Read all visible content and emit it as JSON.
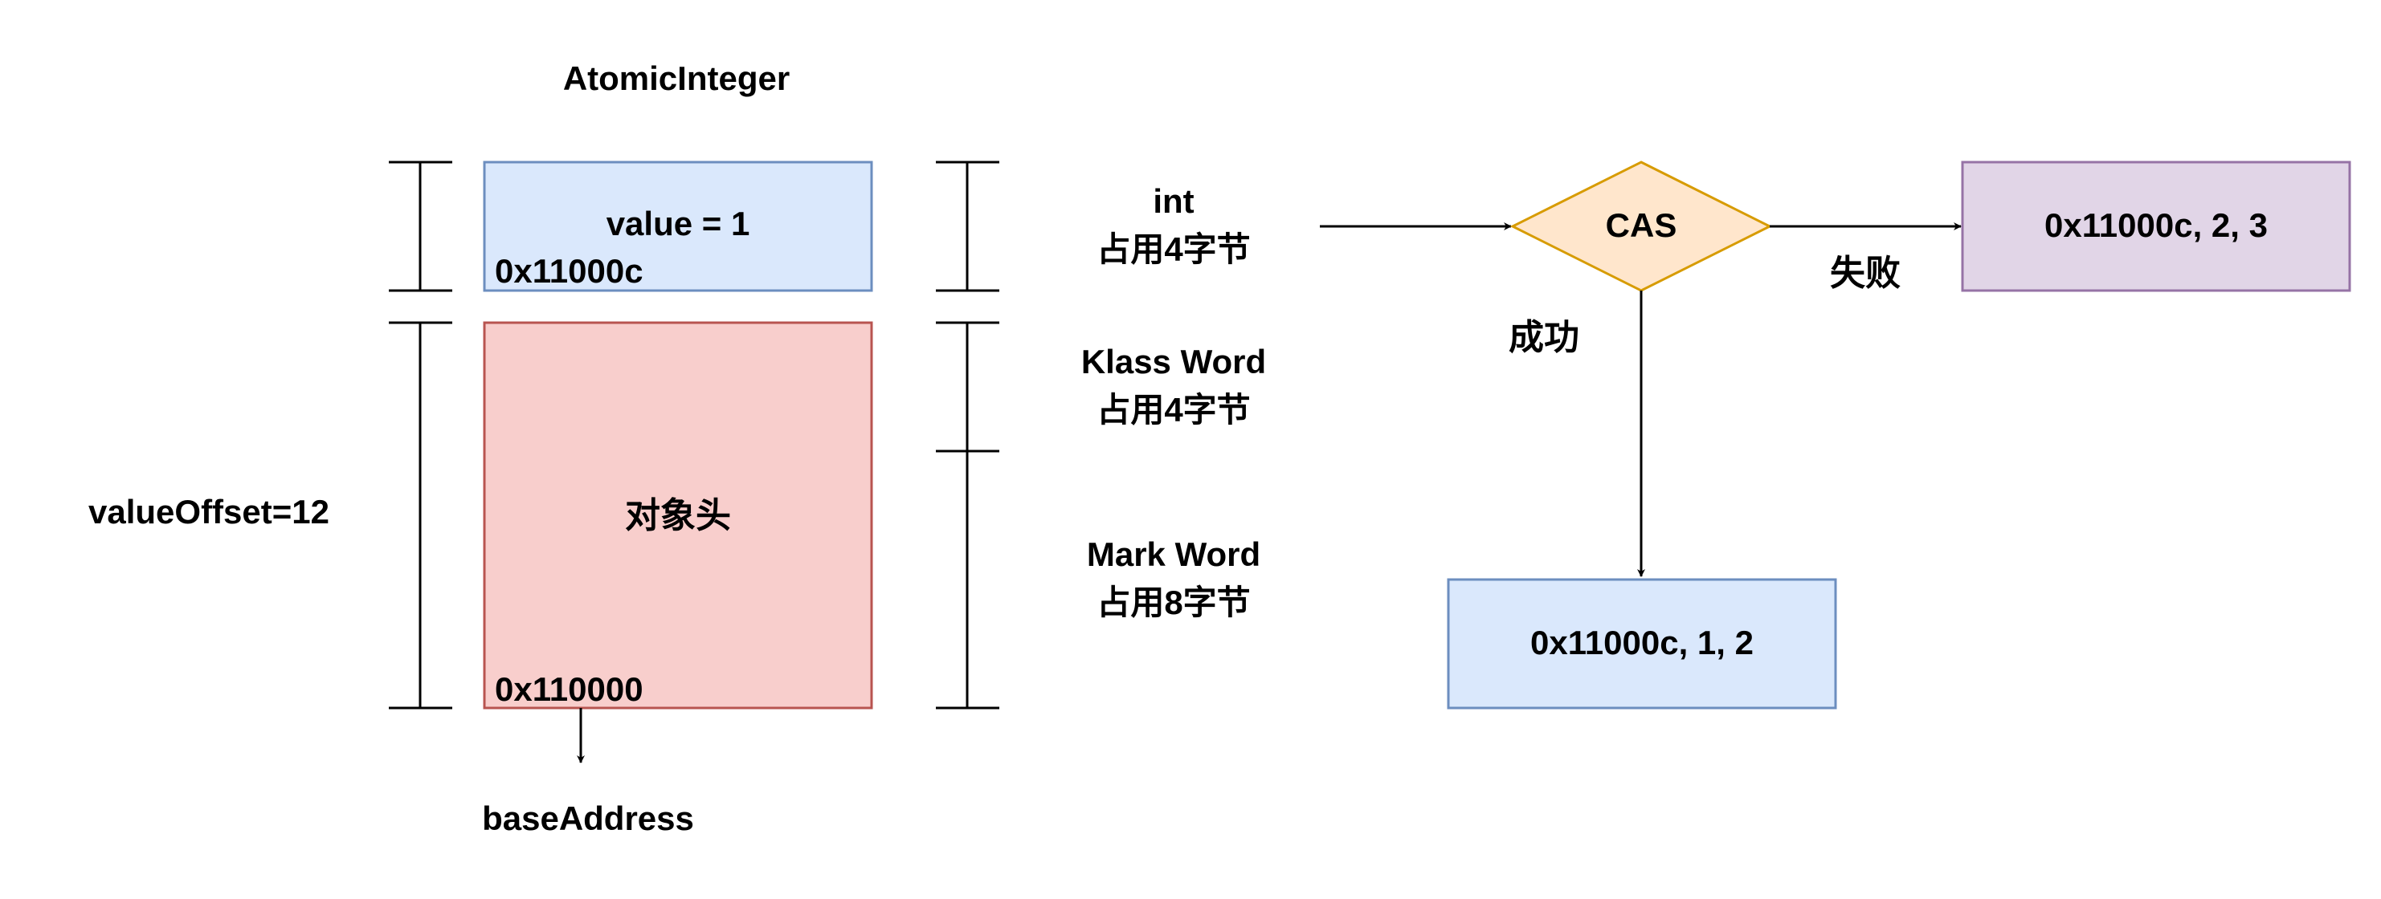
{
  "title": "AtomicInteger",
  "value_box": {
    "label": "value = 1",
    "address": "0x11000c",
    "fill": "#dae8fc",
    "stroke": "#6c8ebf"
  },
  "header_box": {
    "label": "对象头",
    "address": "0x110000",
    "fill": "#f8cecc",
    "stroke": "#b85450"
  },
  "base_address_label": "baseAddress",
  "offset_label": "valueOffset=12",
  "segments": {
    "int": {
      "line1": "int",
      "line2": "占用4字节"
    },
    "klass": {
      "line1": "Klass Word",
      "line2": "占用4字节"
    },
    "mark": {
      "line1": "Mark Word",
      "line2": "占用8字节"
    }
  },
  "cas": {
    "label": "CAS",
    "fill": "#ffe6cc",
    "stroke": "#d79b00"
  },
  "fail_label": "失败",
  "success_label": "成功",
  "fail_box": {
    "label": "0x11000c, 2, 3",
    "fill": "#e1d5e7",
    "stroke": "#9673a6"
  },
  "success_box": {
    "label": "0x11000c, 1, 2",
    "fill": "#dae8fc",
    "stroke": "#6c8ebf"
  }
}
